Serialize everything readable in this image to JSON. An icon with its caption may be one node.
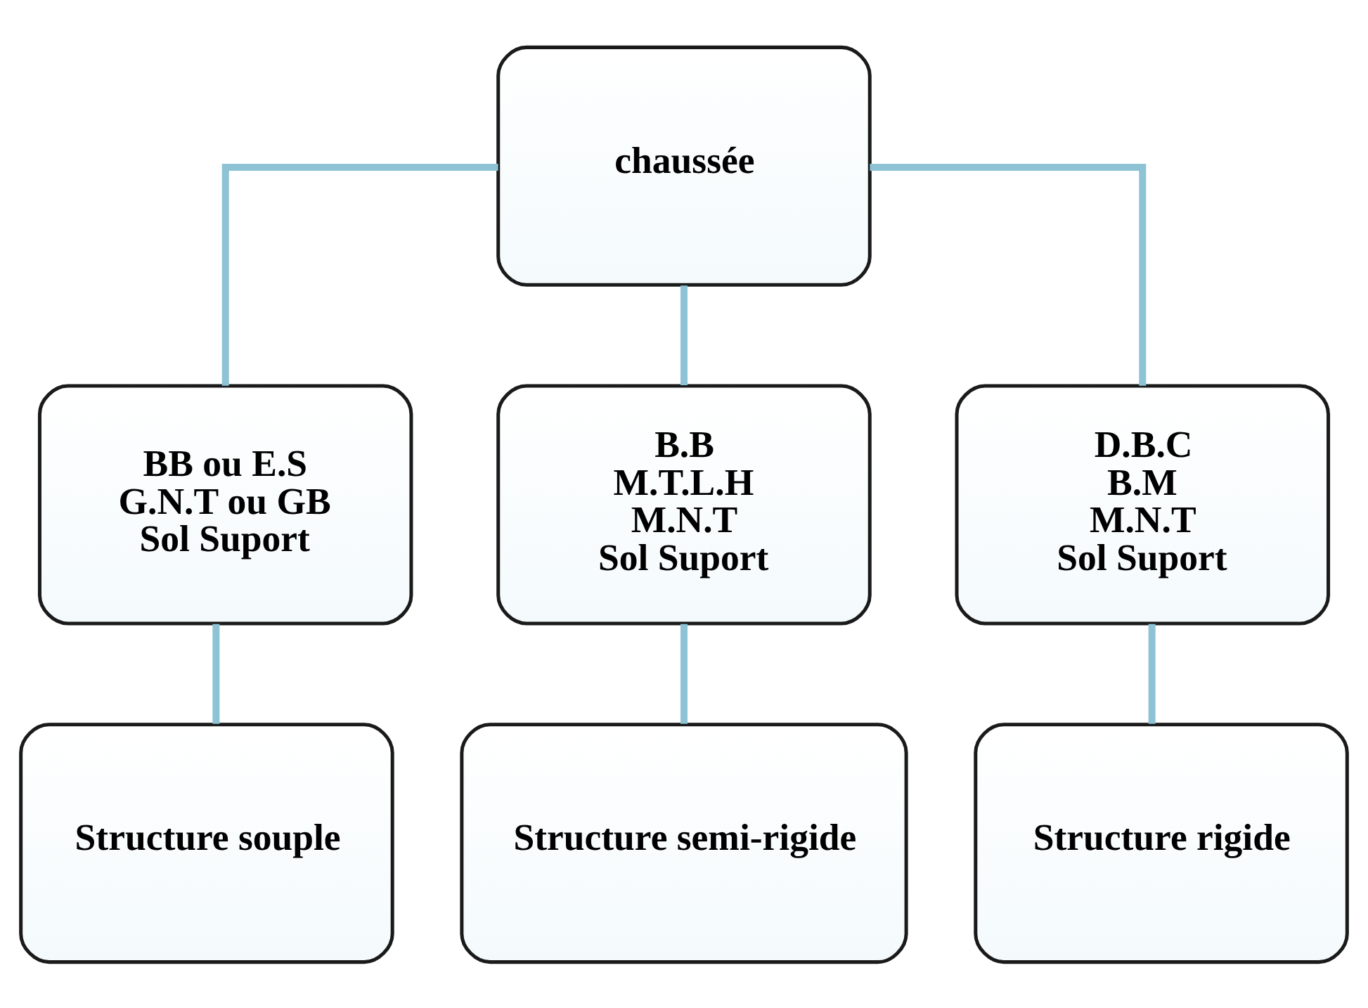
{
  "diagram": {
    "nodes": [
      {
        "text": [
          "chaussée"
        ]
      },
      {
        "text": [
          "BB ou E.S",
          "G.N.T ou GB",
          "Sol Suport"
        ]
      },
      {
        "text": [
          "B.B",
          "M.T.L.H",
          "M.N.T",
          "Sol Suport"
        ]
      },
      {
        "text": [
          "D.B.C",
          "B.M",
          "M.N.T",
          "Sol Suport"
        ]
      },
      {
        "text": [
          "Structure souple"
        ]
      },
      {
        "text": [
          "Structure semi-rigide"
        ]
      },
      {
        "text": [
          "Structure rigide"
        ]
      }
    ],
    "edges": [
      {
        "from": 0,
        "to": 1,
        "arrow": "none"
      },
      {
        "from": 0,
        "to": 2,
        "arrow": "none"
      },
      {
        "from": 0,
        "to": 3,
        "arrow": "none"
      },
      {
        "from": 1,
        "to": 4,
        "arrow": "none"
      },
      {
        "from": 2,
        "to": 5,
        "arrow": "none"
      },
      {
        "from": 3,
        "to": 6,
        "arrow": "none"
      }
    ]
  }
}
